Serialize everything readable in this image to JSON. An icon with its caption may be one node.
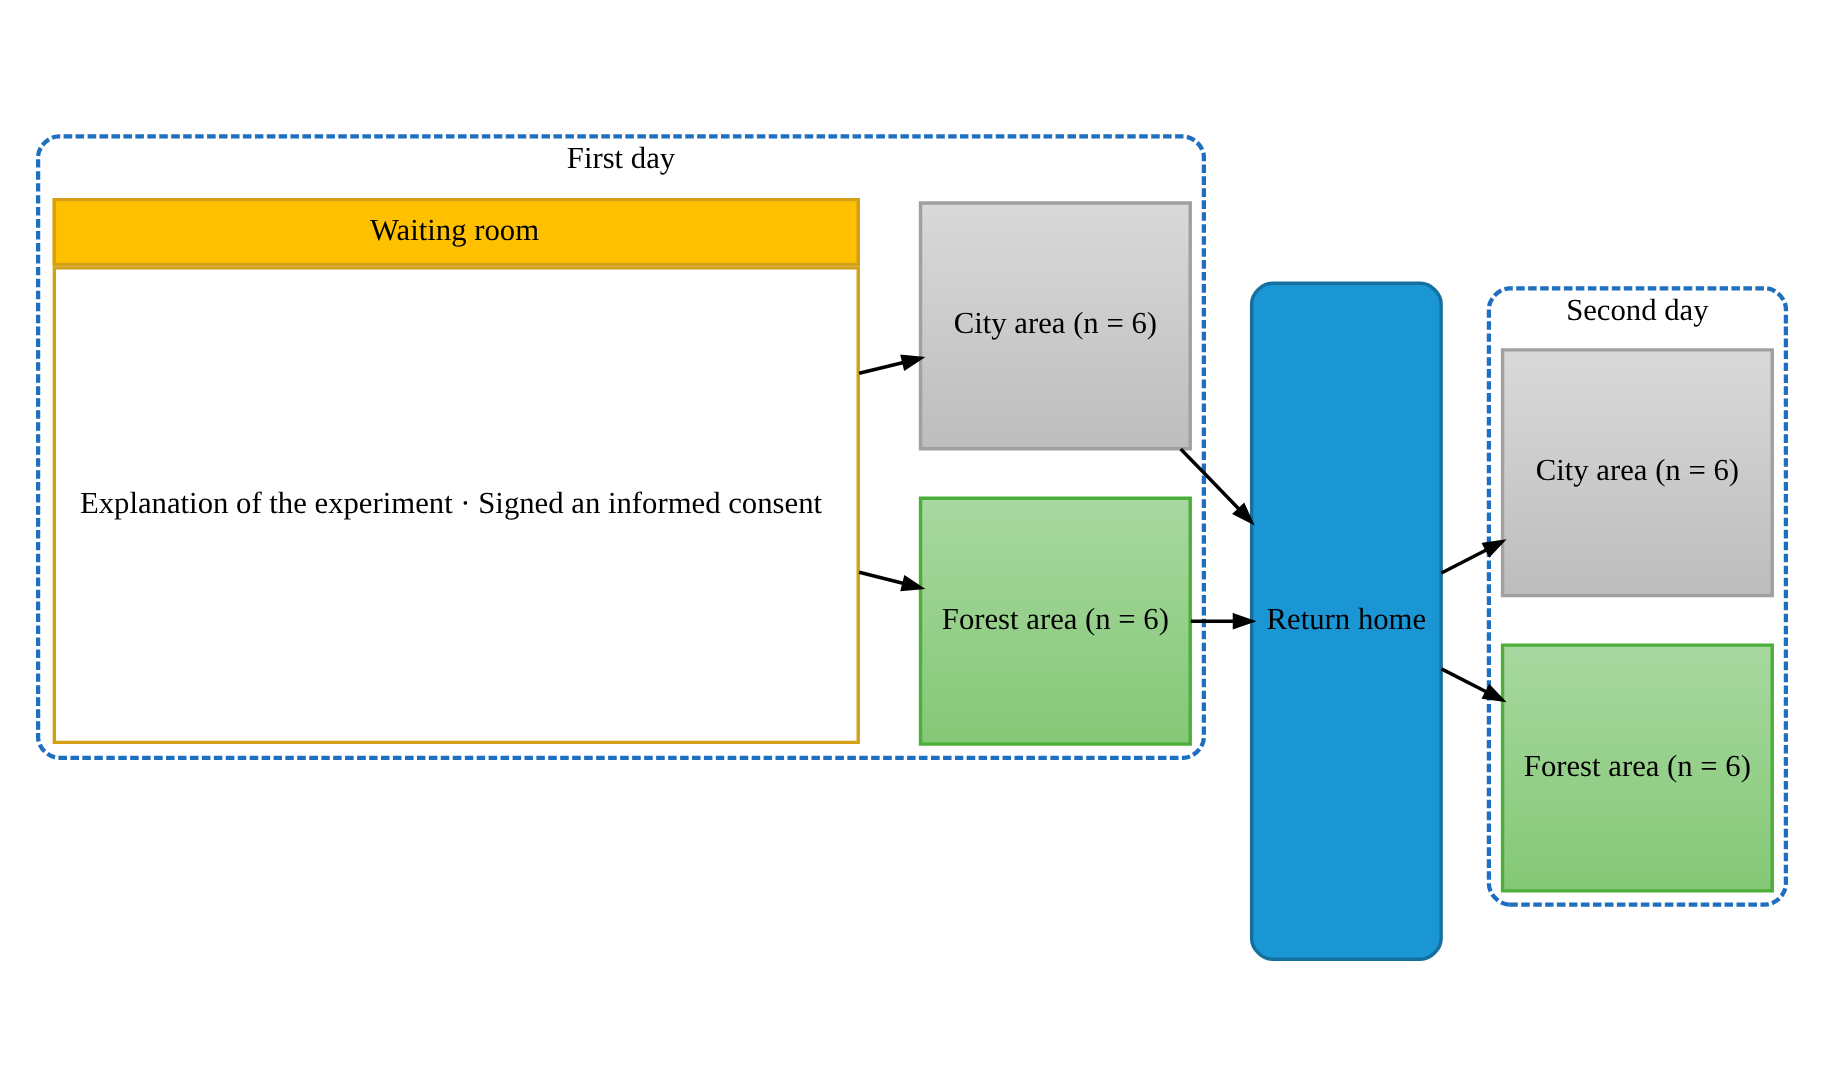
{
  "diagram": {
    "nodes": [
      {
        "text": [
          "First day"
        ]
      },
      {
        "text": [
          "Waiting room",
          "Explanation of the experiment · Signed an informed consent"
        ],
        "in": 0
      },
      {
        "text": [
          "Forest area (n = 6)"
        ],
        "in": 0
      },
      {
        "text": [
          "City area (n = 6)"
        ],
        "in": 0
      },
      {
        "text": [
          "Return home"
        ]
      },
      {
        "text": [
          "Second day"
        ]
      },
      {
        "text": [
          "City area (n = 6)"
        ],
        "in": 5
      },
      {
        "text": [
          "Forest area (n = 6)"
        ],
        "in": 5
      }
    ],
    "edges": [
      {
        "from": 1,
        "to": 2,
        "arrow": "to"
      },
      {
        "from": 1,
        "to": 3,
        "arrow": "to"
      },
      {
        "from": 2,
        "to": 4,
        "arrow": "to"
      },
      {
        "from": 3,
        "to": 4,
        "arrow": "to"
      },
      {
        "from": 4,
        "to": 6,
        "arrow": "to"
      },
      {
        "from": 4,
        "to": 7,
        "arrow": "to"
      }
    ]
  }
}
